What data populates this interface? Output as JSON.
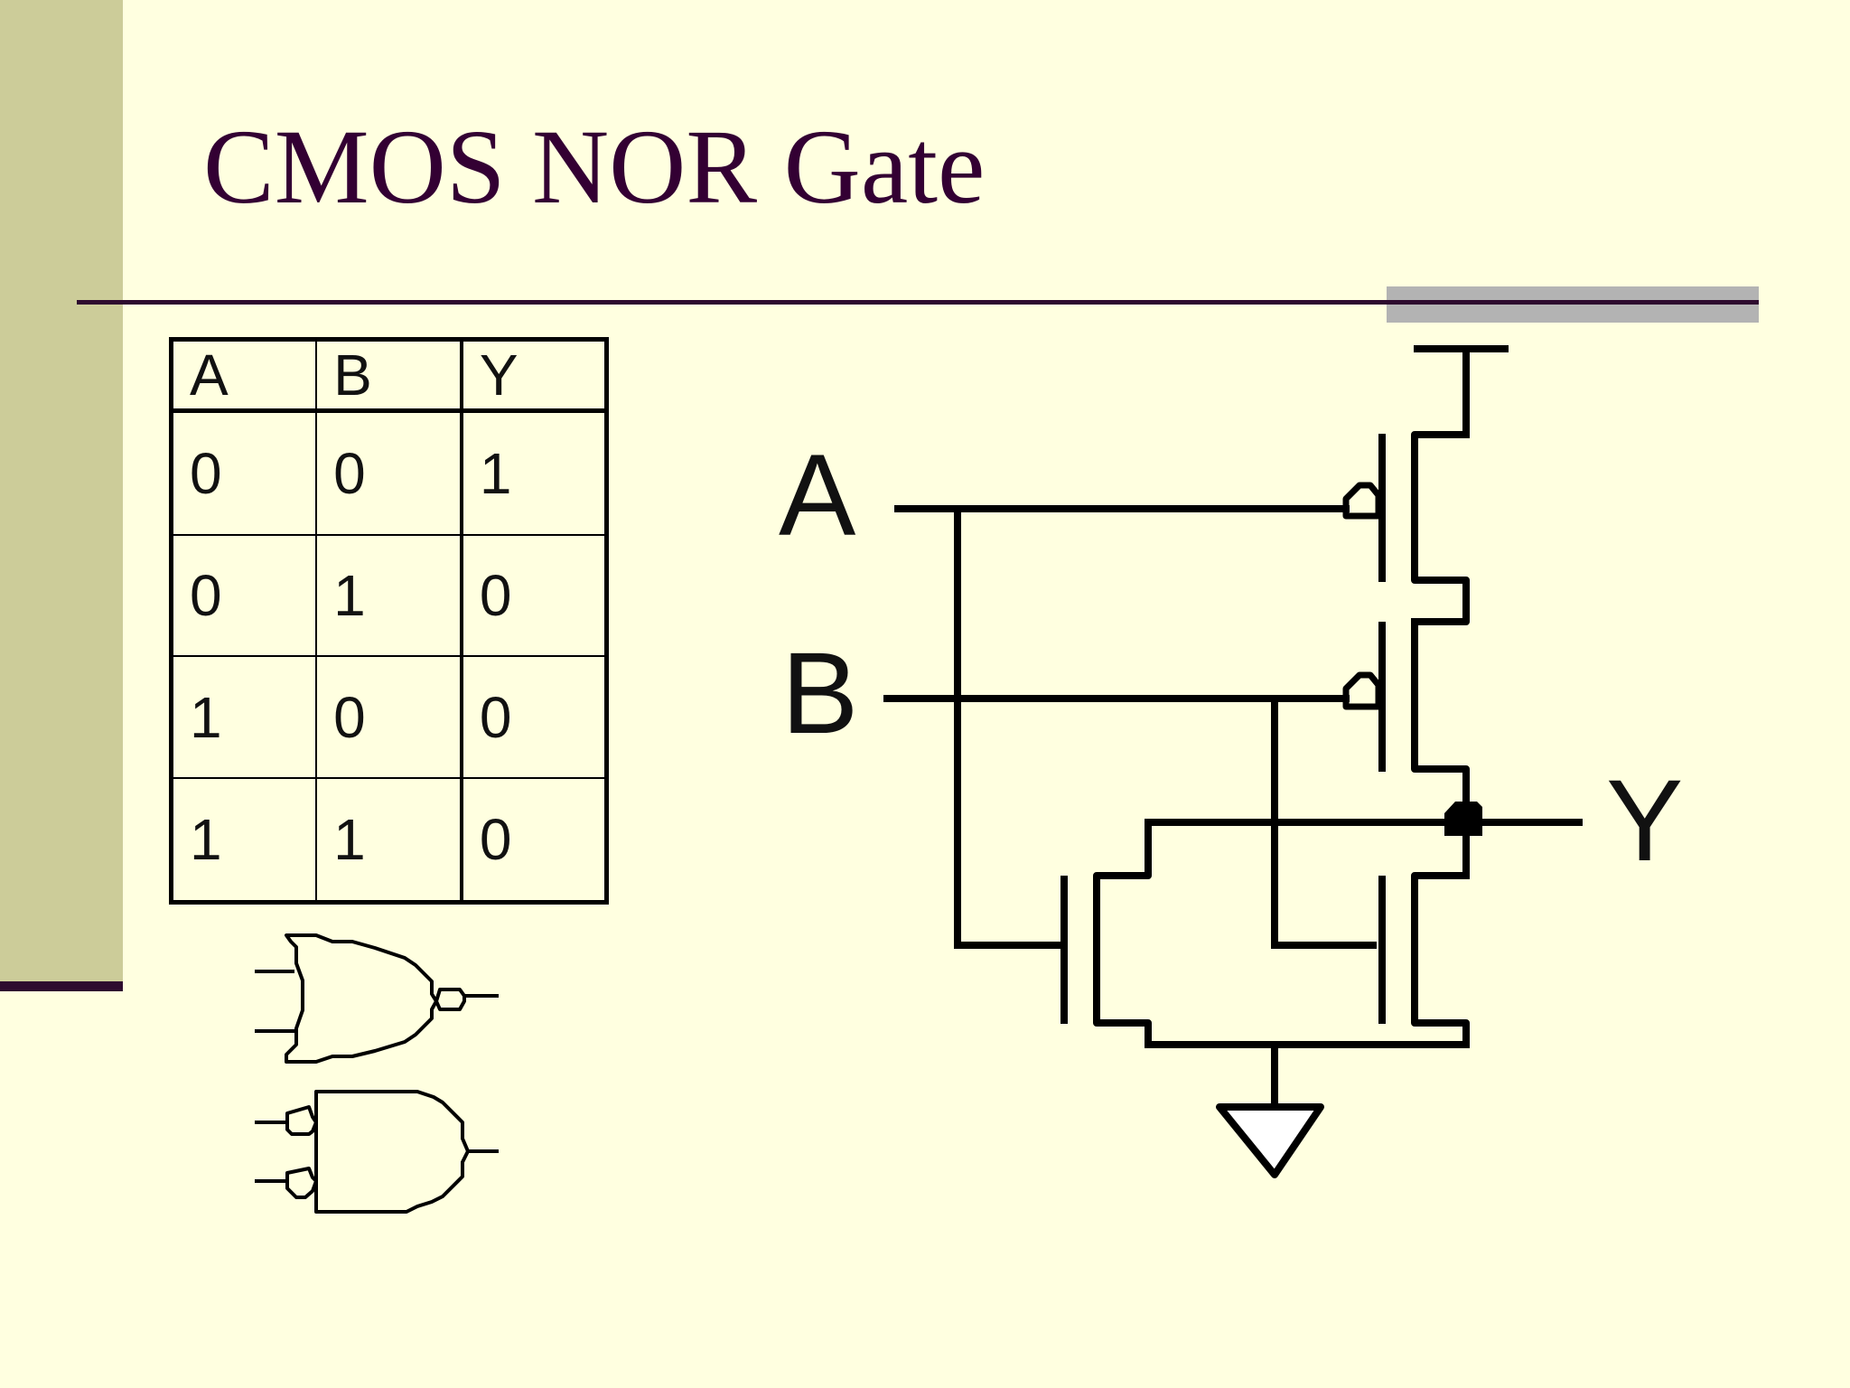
{
  "slide": {
    "title": "CMOS NOR Gate"
  },
  "truth_table": {
    "headers": [
      "A",
      "B",
      "Y"
    ],
    "rows": [
      [
        "0",
        "0",
        "1"
      ],
      [
        "0",
        "1",
        "0"
      ],
      [
        "1",
        "0",
        "0"
      ],
      [
        "1",
        "1",
        "0"
      ]
    ]
  },
  "schematic": {
    "input_a_label": "A",
    "input_b_label": "B",
    "output_y_label": "Y"
  },
  "colors": {
    "background": "#ffffe0",
    "sidebar": "#cccc99",
    "title": "#330033",
    "rule": "#2e0b2f",
    "rule_accent": "#b3b3b3"
  }
}
